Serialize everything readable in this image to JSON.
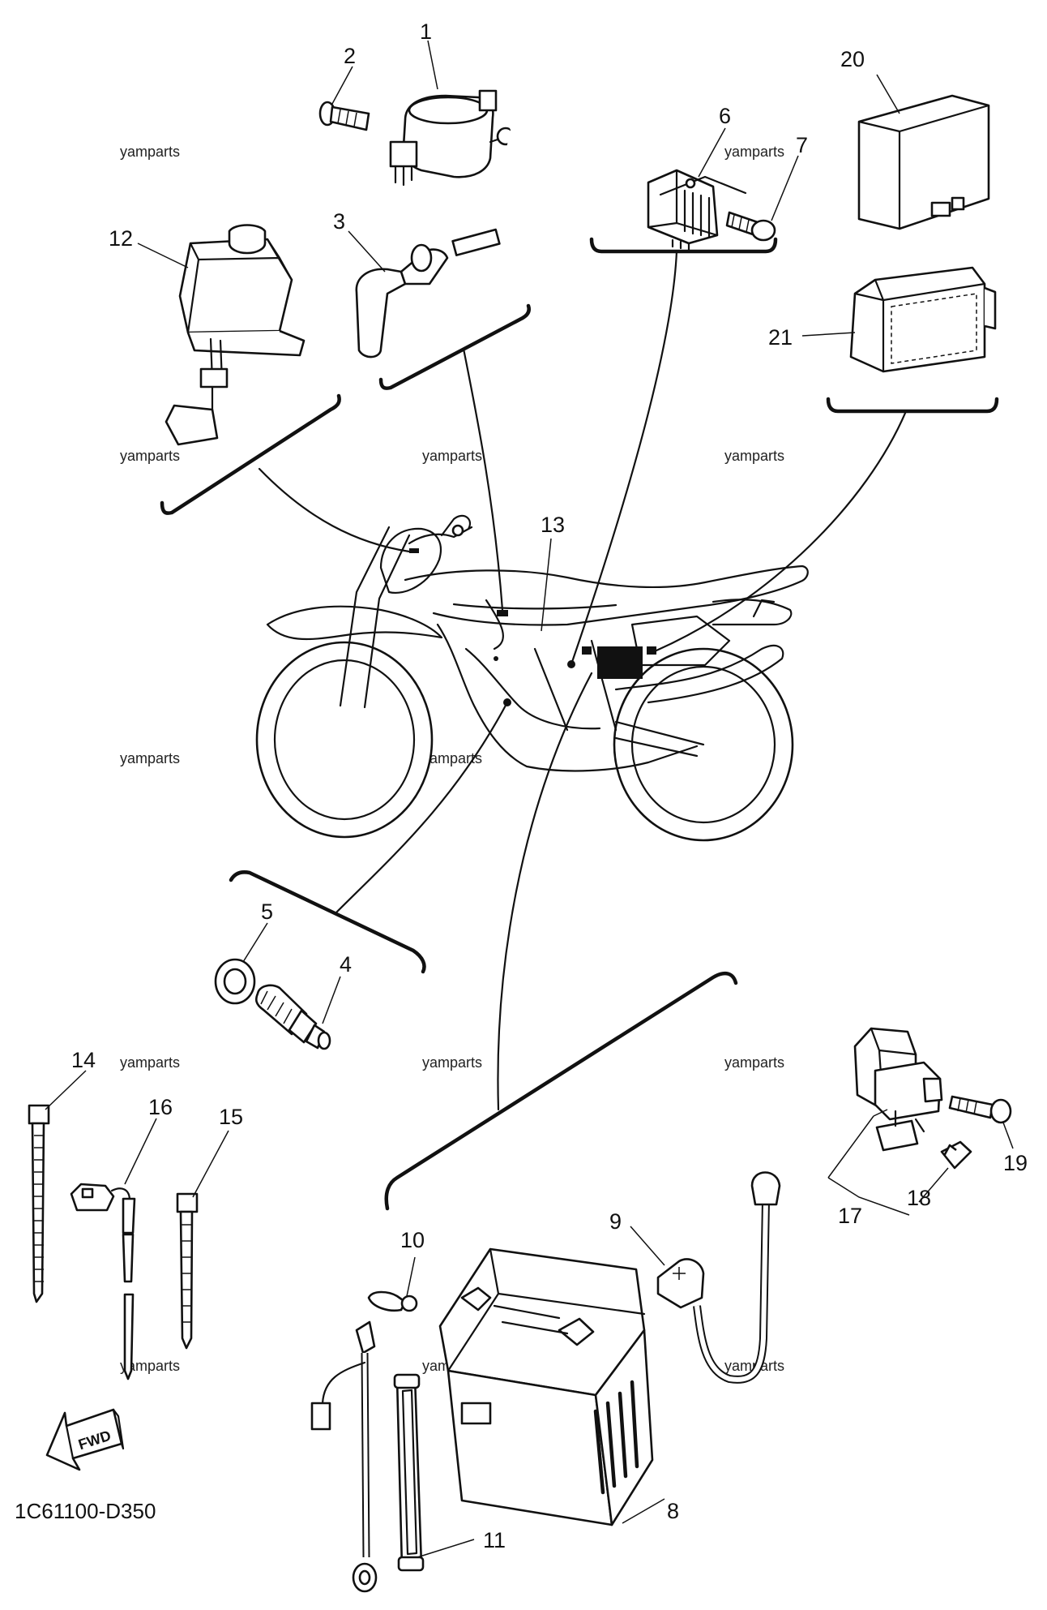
{
  "diagram": {
    "code": "1C61100-D350",
    "fwd_label": "FWD",
    "watermark": "yamparts",
    "callouts": [
      "1",
      "2",
      "3",
      "4",
      "5",
      "6",
      "7",
      "8",
      "9",
      "10",
      "11",
      "12",
      "13",
      "14",
      "15",
      "16",
      "17",
      "18",
      "19",
      "20",
      "21"
    ]
  }
}
